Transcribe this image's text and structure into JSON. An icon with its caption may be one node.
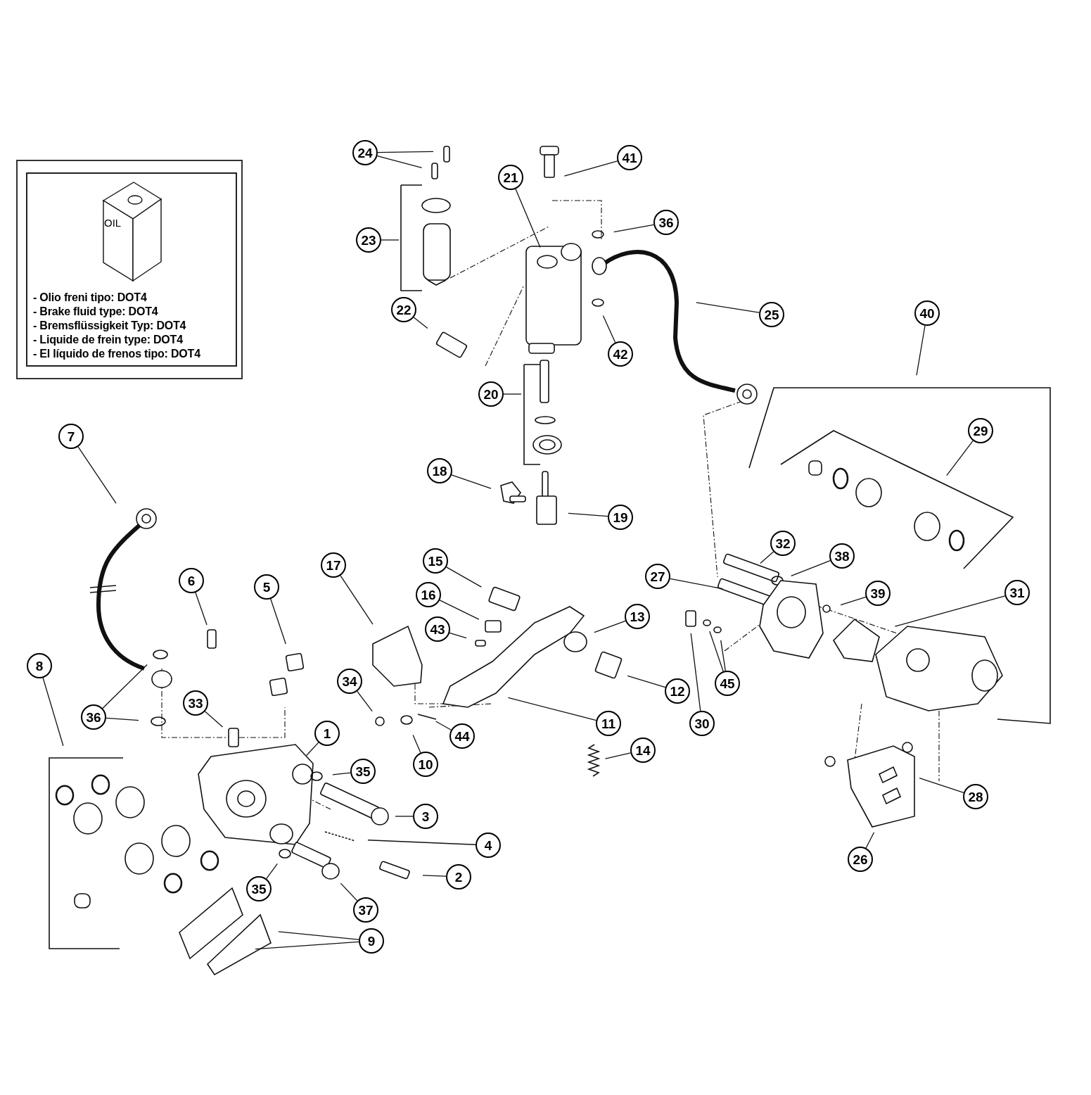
{
  "diagram": {
    "nodes": [
      {
        "text": [
          "- Olio freni tipo: DOT4",
          "- Brake fluid type: DOT4",
          "- Bremsflüssigkeit Typ: DOT4",
          "- Liquide de frein type: DOT4",
          "- El líquido de frenos tipo: DOT4"
        ]
      },
      {
        "text": [
          "1"
        ]
      },
      {
        "text": [
          "2"
        ]
      },
      {
        "text": [
          "3"
        ]
      },
      {
        "text": [
          "4"
        ]
      },
      {
        "text": [
          "5"
        ]
      },
      {
        "text": [
          "6"
        ]
      },
      {
        "text": [
          "7"
        ]
      },
      {
        "text": [
          "8"
        ]
      },
      {
        "text": [
          "9"
        ]
      },
      {
        "text": [
          "10"
        ]
      },
      {
        "text": [
          "11"
        ]
      },
      {
        "text": [
          "12"
        ]
      },
      {
        "text": [
          "13"
        ]
      },
      {
        "text": [
          "14"
        ]
      },
      {
        "text": [
          "15"
        ]
      },
      {
        "text": [
          "16"
        ]
      },
      {
        "text": [
          "17"
        ]
      },
      {
        "text": [
          "18"
        ]
      },
      {
        "text": [
          "19"
        ]
      },
      {
        "text": [
          "20"
        ]
      },
      {
        "text": [
          "21"
        ]
      },
      {
        "text": [
          "22"
        ]
      },
      {
        "text": [
          "23"
        ]
      },
      {
        "text": [
          "24"
        ]
      },
      {
        "text": [
          "25"
        ]
      },
      {
        "text": [
          "26"
        ]
      },
      {
        "text": [
          "27"
        ]
      },
      {
        "text": [
          "28"
        ]
      },
      {
        "text": [
          "29"
        ]
      },
      {
        "text": [
          "30"
        ]
      },
      {
        "text": [
          "31"
        ]
      },
      {
        "text": [
          "32"
        ]
      },
      {
        "text": [
          "33"
        ]
      },
      {
        "text": [
          "34"
        ]
      },
      {
        "text": [
          "35"
        ]
      },
      {
        "text": [
          "35"
        ]
      },
      {
        "text": [
          "36"
        ]
      },
      {
        "text": [
          "36"
        ]
      },
      {
        "text": [
          "37"
        ]
      },
      {
        "text": [
          "38"
        ]
      },
      {
        "text": [
          "39"
        ]
      },
      {
        "text": [
          "40"
        ]
      },
      {
        "text": [
          "41"
        ]
      },
      {
        "text": [
          "42"
        ]
      },
      {
        "text": [
          "43"
        ]
      },
      {
        "text": [
          "44"
        ]
      },
      {
        "text": [
          "45"
        ]
      }
    ],
    "edges": [
      {
        "from": 1,
        "to": null,
        "arrow": "none"
      },
      {
        "from": 2,
        "to": null,
        "arrow": "none"
      },
      {
        "from": 3,
        "to": null,
        "arrow": "none"
      },
      {
        "from": 4,
        "to": null,
        "arrow": "none"
      },
      {
        "from": 5,
        "to": null,
        "arrow": "none"
      },
      {
        "from": 6,
        "to": null,
        "arrow": "none"
      },
      {
        "from": 7,
        "to": null,
        "arrow": "none"
      },
      {
        "from": 8,
        "to": null,
        "arrow": "none"
      },
      {
        "from": 9,
        "to": null,
        "arrow": "none"
      },
      {
        "from": 9,
        "to": null,
        "arrow": "none"
      },
      {
        "from": 10,
        "to": null,
        "arrow": "none"
      },
      {
        "from": 11,
        "to": null,
        "arrow": "none"
      },
      {
        "from": 12,
        "to": null,
        "arrow": "none"
      },
      {
        "from": 13,
        "to": null,
        "arrow": "none"
      },
      {
        "from": 14,
        "to": null,
        "arrow": "none"
      },
      {
        "from": 15,
        "to": null,
        "arrow": "none"
      },
      {
        "from": 16,
        "to": null,
        "arrow": "none"
      },
      {
        "from": 17,
        "to": null,
        "arrow": "none"
      },
      {
        "from": 18,
        "to": null,
        "arrow": "none"
      },
      {
        "from": 19,
        "to": null,
        "arrow": "none"
      },
      {
        "from": 20,
        "to": null,
        "arrow": "none"
      },
      {
        "from": 21,
        "to": null,
        "arrow": "none"
      },
      {
        "from": 22,
        "to": null,
        "arrow": "none"
      },
      {
        "from": 23,
        "to": null,
        "arrow": "none"
      },
      {
        "from": 24,
        "to": null,
        "arrow": "none"
      },
      {
        "from": 24,
        "to": null,
        "arrow": "none"
      },
      {
        "from": 25,
        "to": null,
        "arrow": "none"
      },
      {
        "from": 26,
        "to": null,
        "arrow": "none"
      },
      {
        "from": 27,
        "to": null,
        "arrow": "none"
      },
      {
        "from": 28,
        "to": null,
        "arrow": "none"
      },
      {
        "from": 29,
        "to": null,
        "arrow": "none"
      },
      {
        "from": 30,
        "to": null,
        "arrow": "none"
      },
      {
        "from": 31,
        "to": null,
        "arrow": "none"
      },
      {
        "from": 32,
        "to": null,
        "arrow": "none"
      },
      {
        "from": 33,
        "to": null,
        "arrow": "none"
      },
      {
        "from": 34,
        "to": null,
        "arrow": "none"
      },
      {
        "from": 35,
        "to": null,
        "arrow": "none"
      },
      {
        "from": 36,
        "to": null,
        "arrow": "none"
      },
      {
        "from": 37,
        "to": null,
        "arrow": "none"
      },
      {
        "from": 38,
        "to": null,
        "arrow": "none"
      },
      {
        "from": 38,
        "to": null,
        "arrow": "none"
      },
      {
        "from": 39,
        "to": null,
        "arrow": "none"
      },
      {
        "from": 40,
        "to": null,
        "arrow": "none"
      },
      {
        "from": 41,
        "to": null,
        "arrow": "none"
      },
      {
        "from": 42,
        "to": null,
        "arrow": "none"
      },
      {
        "from": 43,
        "to": null,
        "arrow": "none"
      },
      {
        "from": 44,
        "to": null,
        "arrow": "none"
      },
      {
        "from": 45,
        "to": null,
        "arrow": "none"
      },
      {
        "from": 46,
        "to": null,
        "arrow": "none"
      },
      {
        "from": 47,
        "to": null,
        "arrow": "none"
      },
      {
        "from": 47,
        "to": null,
        "arrow": "none"
      }
    ],
    "labels": [
      "OIL"
    ]
  }
}
